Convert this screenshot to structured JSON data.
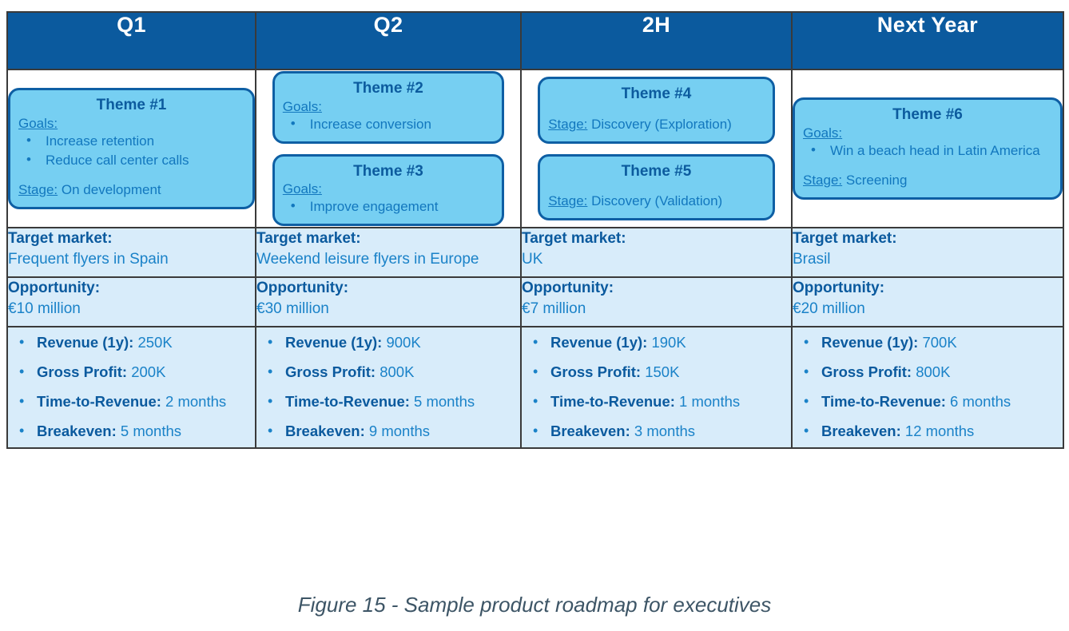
{
  "figure": {
    "caption": "Figure 15 - Sample product roadmap for executives"
  },
  "colors": {
    "header_blue": "#0B5A9E",
    "theme_fill": "#76CFF2",
    "theme_border": "#0E5FA4",
    "row_fill": "#D8ECFA",
    "label_blue": "#0B5A9E",
    "value_blue": "#1A82C8",
    "grid_line": "#3A3A3A",
    "caption_color": "#3D5566"
  },
  "labels": {
    "goals": "Goals:",
    "stage": "Stage:",
    "target_market": "Target market:",
    "opportunity": "Opportunity:"
  },
  "columns": [
    {
      "header": "Q1",
      "themes": [
        {
          "title": "Theme #1",
          "goals_label": "Goals:",
          "goals": [
            "Increase retention",
            "Reduce call center calls"
          ],
          "stage_label": "Stage:",
          "stage": "On development",
          "size": "wide"
        }
      ],
      "target_market_label": "Target market:",
      "target_market": "Frequent flyers in Spain",
      "opportunity_label": "Opportunity:",
      "opportunity": "€10 million",
      "metrics": [
        {
          "label": "Revenue (1y):",
          "value": "250K"
        },
        {
          "label": "Gross Profit:",
          "value": "200K"
        },
        {
          "label": "Time-to-Revenue:",
          "value": "2 months"
        },
        {
          "label": "Breakeven:",
          "value": "5 months"
        }
      ]
    },
    {
      "header": "Q2",
      "themes": [
        {
          "title": "Theme #2",
          "goals_label": "Goals:",
          "goals": [
            "Increase conversion"
          ],
          "stage_label": "",
          "stage": "",
          "size": "narrow"
        },
        {
          "title": "Theme #3",
          "goals_label": "Goals:",
          "goals": [
            "Improve engagement"
          ],
          "stage_label": "",
          "stage": "",
          "size": "narrow"
        }
      ],
      "target_market_label": "Target market:",
      "target_market": "Weekend leisure flyers in Europe",
      "opportunity_label": "Opportunity:",
      "opportunity": "€30 million",
      "metrics": [
        {
          "label": "Revenue (1y):",
          "value": "900K"
        },
        {
          "label": "Gross Profit:",
          "value": "800K"
        },
        {
          "label": "Time-to-Revenue:",
          "value": "5 months"
        },
        {
          "label": "Breakeven:",
          "value": "9 months"
        }
      ]
    },
    {
      "header": "2H",
      "themes": [
        {
          "title": "Theme #4",
          "goals_label": "",
          "goals": [],
          "stage_label": "Stage:",
          "stage": "Discovery (Exploration)",
          "size": "narrow"
        },
        {
          "title": "Theme #5",
          "goals_label": "",
          "goals": [],
          "stage_label": "Stage:",
          "stage": "Discovery (Validation)",
          "size": "narrow"
        }
      ],
      "target_market_label": "Target market:",
      "target_market": "UK",
      "opportunity_label": "Opportunity:",
      "opportunity": "€7 million",
      "metrics": [
        {
          "label": "Revenue (1y):",
          "value": "190K"
        },
        {
          "label": "Gross Profit:",
          "value": "150K"
        },
        {
          "label": "Time-to-Revenue:",
          "value": "1 months"
        },
        {
          "label": "Breakeven:",
          "value": "3 months"
        }
      ]
    },
    {
      "header": "Next Year",
      "themes": [
        {
          "title": "Theme #6",
          "goals_label": "Goals:",
          "goals": [
            "Win a beach head in Latin America"
          ],
          "stage_label": "Stage:",
          "stage": "Screening",
          "size": "wide"
        }
      ],
      "target_market_label": "Target market:",
      "target_market": "Brasil",
      "opportunity_label": "Opportunity:",
      "opportunity": "€20 million",
      "metrics": [
        {
          "label": "Revenue (1y):",
          "value": "700K"
        },
        {
          "label": "Gross Profit:",
          "value": "800K"
        },
        {
          "label": "Time-to-Revenue:",
          "value": "6 months"
        },
        {
          "label": "Breakeven:",
          "value": "12 months"
        }
      ]
    }
  ]
}
